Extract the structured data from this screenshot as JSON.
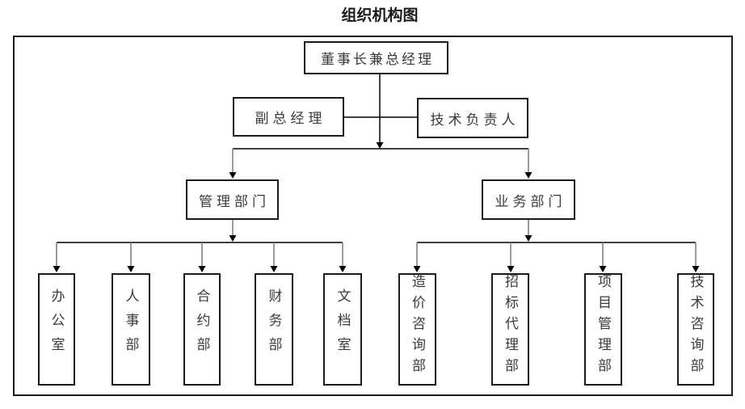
{
  "title": "组织机构图",
  "colors": {
    "line": "#000000",
    "arrow_stem": "#7a7a7a",
    "border": "#1a1a1a",
    "text": "#3a3a3a",
    "background": "#ffffff"
  },
  "chart": {
    "root": {
      "label": "董事长兼总经理"
    },
    "level2": [
      {
        "label": "副总经理"
      },
      {
        "label": "技术负责人"
      }
    ],
    "groups": [
      {
        "label": "管理部门",
        "children": [
          {
            "label": "办公室"
          },
          {
            "label": "人事部"
          },
          {
            "label": "合约部"
          },
          {
            "label": "财务部"
          },
          {
            "label": "文档室"
          }
        ]
      },
      {
        "label": "业务部门",
        "children": [
          {
            "label": "造价咨询部"
          },
          {
            "label": "招标代理部"
          },
          {
            "label": "项目管理部"
          },
          {
            "label": "技术咨询部"
          }
        ]
      }
    ]
  }
}
